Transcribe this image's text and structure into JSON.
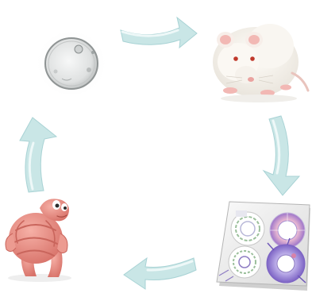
{
  "diagram": {
    "type": "cycle",
    "direction": "clockwise",
    "colors": {
      "background": "#ffffff",
      "arrow_fill": "#c9e6e6",
      "arrow_highlight": "#eef8f8",
      "arrow_shade": "#9fcfd1",
      "rat_fur": "#f6f3ee",
      "rat_ear": "#f2b8b4",
      "rat_eye": "#c0392b",
      "gut": "#e98a80",
      "gut_dark": "#c9655c",
      "tray": "#f1f1f1",
      "tray_edge": "#b5b5b5",
      "plot_purple": "#8e7cc3",
      "plot_pink": "#d882a9",
      "cell": "#e2e3e3"
    },
    "nodes": [
      {
        "id": "cell",
        "icon": "microbe-cell-icon",
        "position": "top-left"
      },
      {
        "id": "rat",
        "icon": "white-rat-icon",
        "position": "top-right"
      },
      {
        "id": "plots",
        "icon": "circular-plot-panels-icon",
        "position": "bottom-right"
      },
      {
        "id": "gut",
        "icon": "intestine-character-icon",
        "position": "bottom-left"
      }
    ],
    "arrows": [
      {
        "from": "cell",
        "to": "rat",
        "direction": "right"
      },
      {
        "from": "rat",
        "to": "plots",
        "direction": "down"
      },
      {
        "from": "plots",
        "to": "gut",
        "direction": "left"
      },
      {
        "from": "gut",
        "to": "cell",
        "direction": "up"
      }
    ]
  }
}
